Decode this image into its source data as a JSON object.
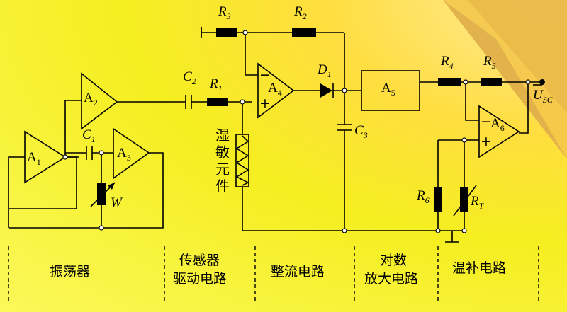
{
  "components": {
    "A1": {
      "main": "A",
      "sub": "1"
    },
    "A2": {
      "main": "A",
      "sub": "2"
    },
    "A3": {
      "main": "A",
      "sub": "3"
    },
    "A4": {
      "main": "A",
      "sub": "4"
    },
    "A5": {
      "main": "A",
      "sub": "5"
    },
    "A6": {
      "main": "A",
      "sub": "6"
    },
    "C1": {
      "main": "C",
      "sub": "1"
    },
    "C2": {
      "main": "C",
      "sub": "2"
    },
    "C3": {
      "main": "C",
      "sub": "3"
    },
    "R1": {
      "main": "R",
      "sub": "1"
    },
    "R2": {
      "main": "R",
      "sub": "2"
    },
    "R3": {
      "main": "R",
      "sub": "3"
    },
    "R4": {
      "main": "R",
      "sub": "4"
    },
    "R5": {
      "main": "R",
      "sub": "5"
    },
    "R6": {
      "main": "R",
      "sub": "6"
    },
    "RT": {
      "main": "R",
      "sub": "T"
    },
    "D1": {
      "main": "D",
      "sub": "1"
    },
    "W": "W",
    "Usc": {
      "main": "U",
      "sub": "SC"
    }
  },
  "sensor_label": [
    "湿",
    "敏",
    "元",
    "件"
  ],
  "opamp_signs": {
    "minus": "−",
    "plus": "+"
  },
  "sections": [
    {
      "lines": [
        "振荡器"
      ]
    },
    {
      "lines": [
        "传感器",
        "驱动电路"
      ]
    },
    {
      "lines": [
        "整流电路"
      ]
    },
    {
      "lines": [
        "对数",
        "放大电路"
      ]
    },
    {
      "lines": [
        "温补电路"
      ]
    }
  ],
  "colors": {
    "background": "#f5ee20",
    "wire": "#000000",
    "corner": "#ffd23c"
  }
}
